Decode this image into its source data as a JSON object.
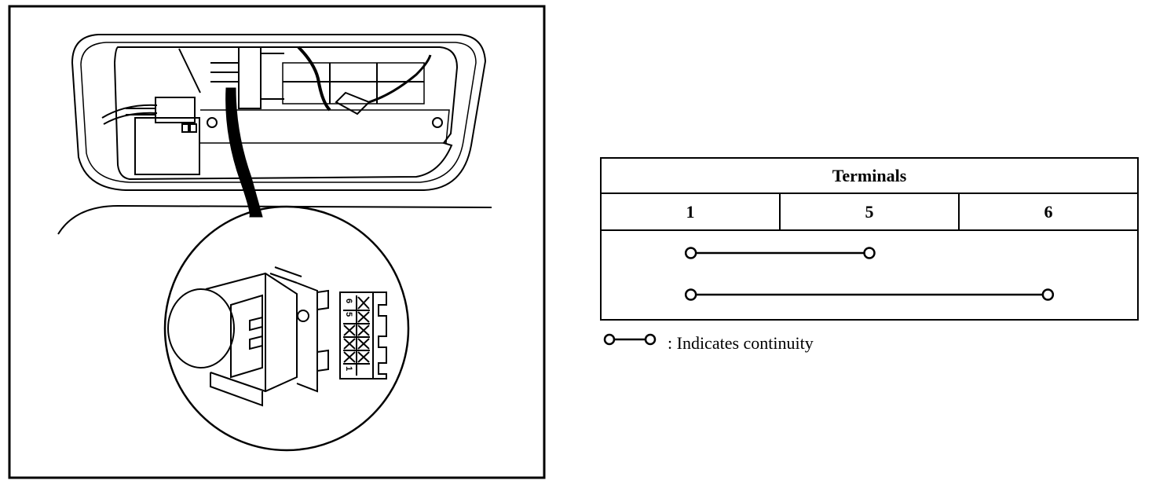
{
  "table": {
    "header": "Terminals",
    "columns": [
      "1",
      "5",
      "6"
    ],
    "continuity_rows": [
      {
        "from": "1",
        "to": "5"
      },
      {
        "from": "1",
        "to": "6"
      }
    ]
  },
  "legend": {
    "symbol": "continuity-symbol",
    "text": ": Indicates continuity"
  },
  "connector_labels": [
    "6",
    "5",
    "1"
  ]
}
